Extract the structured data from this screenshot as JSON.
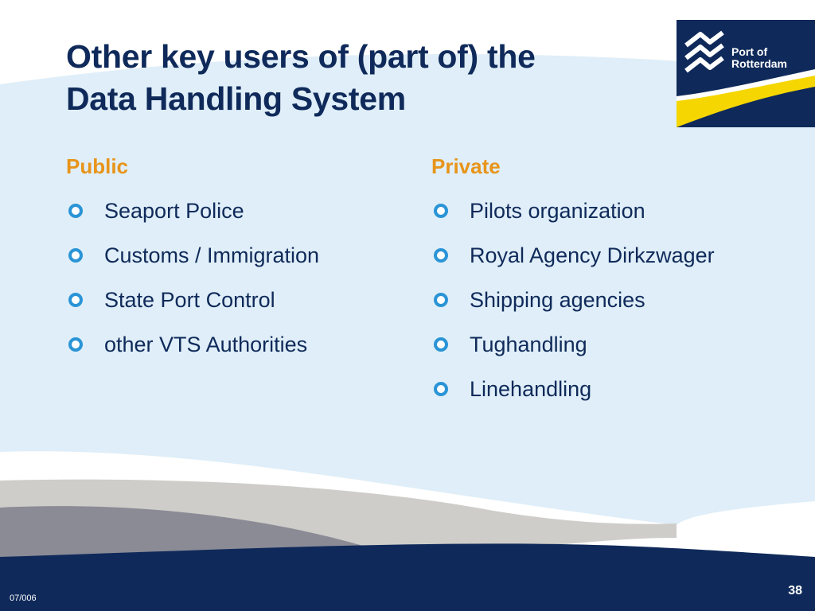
{
  "slide": {
    "title_lines": [
      "Other key users of (part of) the",
      "Data Handling System"
    ],
    "footer_date": "07/006",
    "page_number": "38"
  },
  "logo": {
    "line1": "Port of",
    "line2": "Rotterdam",
    "icon": "port-waves-icon"
  },
  "columns": {
    "public": {
      "heading": "Public",
      "items": [
        "Seaport Police",
        "Customs / Immigration",
        "State Port Control",
        "other VTS Authorities"
      ]
    },
    "private": {
      "heading": "Private",
      "items": [
        "Pilots organization",
        "Royal Agency Dirkzwager",
        "Shipping agencies",
        "Tughandling",
        "Linehandling"
      ]
    }
  },
  "colors": {
    "navy": "#0f2a5a",
    "accent_orange": "#e8941a",
    "bullet_blue": "#2a94d6",
    "background_light_blue": "#dfeef8",
    "logo_yellow": "#f5d600"
  }
}
